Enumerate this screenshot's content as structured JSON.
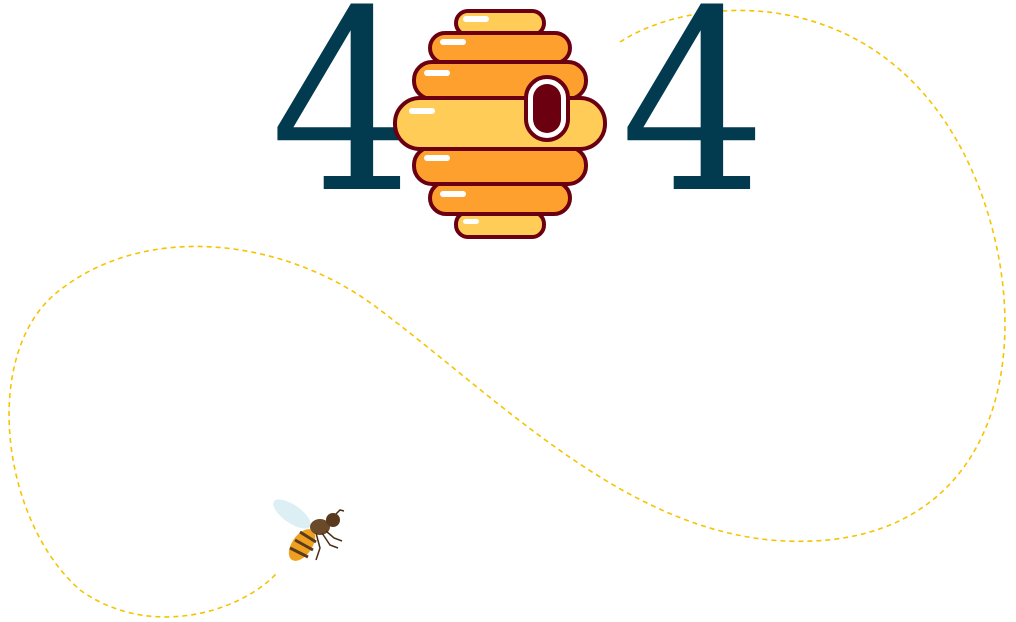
{
  "error_code": "404",
  "digits": [
    "4",
    "4"
  ],
  "icons": [
    "beehive-icon",
    "bee-icon",
    "flight-path"
  ],
  "colors": {
    "digit": "#023a4f",
    "path": "#f5c400",
    "outline": "#6b0010",
    "orange": "#fda02e",
    "yellow": "#ffcd57"
  }
}
